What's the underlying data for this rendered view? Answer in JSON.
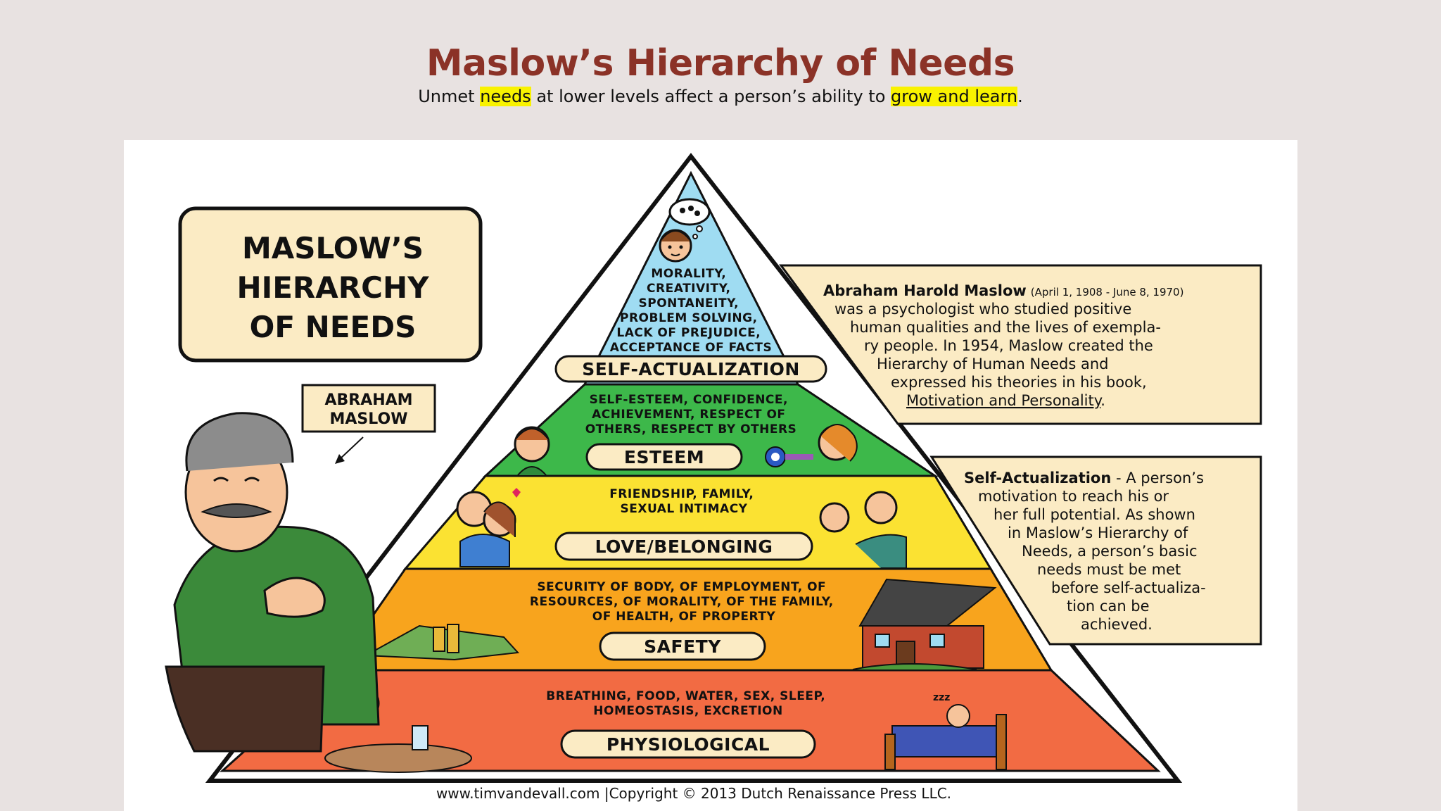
{
  "slide": {
    "title": "Maslow’s Hierarchy of Needs",
    "subtitle": {
      "part1": "Unmet ",
      "highlight1": "needs",
      "part2": " at lower levels affect a person’s ability to ",
      "highlight2": "grow and learn",
      "part3": "."
    },
    "highlight_color": "#f9f200",
    "title_color": "#8b3227"
  },
  "figure": {
    "title_box": {
      "line1": "MASLOW’S",
      "line2": "HIERARCHY",
      "line3": "OF NEEDS"
    },
    "name_tag": {
      "line1": "ABRAHAM",
      "line2": "MASLOW"
    },
    "levels": [
      {
        "label": "SELF-ACTUALIZATION",
        "color": "#9fdcf2",
        "items": [
          "MORALITY,",
          "CREATIVITY,",
          "SPONTANEITY,",
          "PROBLEM SOLVING,",
          "LACK OF PREJUDICE,",
          "ACCEPTANCE OF FACTS"
        ]
      },
      {
        "label": "ESTEEM",
        "color": "#3db84a",
        "items": [
          "SELF-ESTEEM, CONFIDENCE,",
          "ACHIEVEMENT, RESPECT OF",
          "OTHERS, RESPECT BY OTHERS"
        ]
      },
      {
        "label": "LOVE/BELONGING",
        "color": "#fbe232",
        "items": [
          "FRIENDSHIP, FAMILY,",
          "SEXUAL INTIMACY"
        ]
      },
      {
        "label": "SAFETY",
        "color": "#f8a41d",
        "items": [
          "SECURITY OF BODY, OF EMPLOYMENT, OF",
          "RESOURCES, OF MORALITY, OF THE FAMILY,",
          "OF HEALTH, OF PROPERTY"
        ]
      },
      {
        "label": "PHYSIOLOGICAL",
        "color": "#f26b43",
        "items": [
          "BREATHING, FOOD, WATER, SEX, SLEEP,",
          "HOMEOSTASIS, EXCRETION"
        ]
      }
    ],
    "bio_box": {
      "name": "Abraham Harold Maslow",
      "dates": "(April 1, 1908 - June 8, 1970)",
      "lines": [
        "was a psychologist who studied positive",
        "human qualities and the lives of exempla-",
        "ry people. In 1954, Maslow created the",
        "Hierarchy of Human Needs and",
        "expressed his theories in his book,"
      ],
      "book": "Motivation and Personality",
      "book_end": "."
    },
    "def_box": {
      "term": "Self-Actualization",
      "first_rest": " - A person’s",
      "lines": [
        "motivation to reach his or",
        "her full potential. As shown",
        "in Maslow’s Hierarchy of",
        "Needs, a person’s basic",
        "needs must be met",
        "before self-actualiza-",
        "tion can be",
        "achieved."
      ]
    },
    "box_fill": "#fbebc4",
    "copyright": "www.timvandevall.com |Copyright © 2013 Dutch Renaissance Press LLC."
  }
}
